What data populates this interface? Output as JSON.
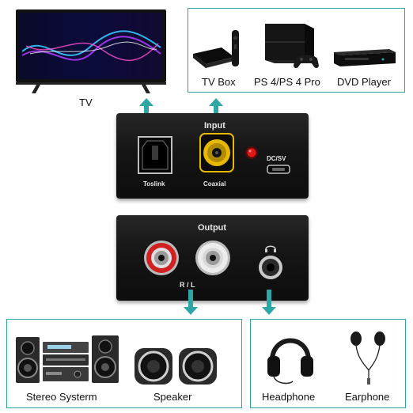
{
  "labels": {
    "tv": "TV",
    "tv_box": "TV Box",
    "ps4": "PS 4/PS 4 Pro",
    "dvd": "DVD Player",
    "stereo": "Stereo Systerm",
    "speaker": "Speaker",
    "headphone": "Headphone",
    "earphone": "Earphone"
  },
  "input_panel": {
    "title": "Input",
    "toslink": "Toslink",
    "coaxial": "Coaxial",
    "dcsv": "DC/SV"
  },
  "output_panel": {
    "title": "Output",
    "rl": "R / L"
  },
  "colors": {
    "accent": "#2fa6a6",
    "rca_red": "#d02020",
    "rca_white": "#e8e8e8",
    "rca_yellow": "#e6b800",
    "led": "#d01818"
  },
  "icons": {
    "tv": "television-icon",
    "tv_box": "tv-box-icon",
    "ps4": "game-console-icon",
    "dvd": "dvd-player-icon",
    "stereo": "stereo-system-icon",
    "speaker": "speaker-icon",
    "headphone": "headphone-icon",
    "earphone": "earphone-icon"
  }
}
